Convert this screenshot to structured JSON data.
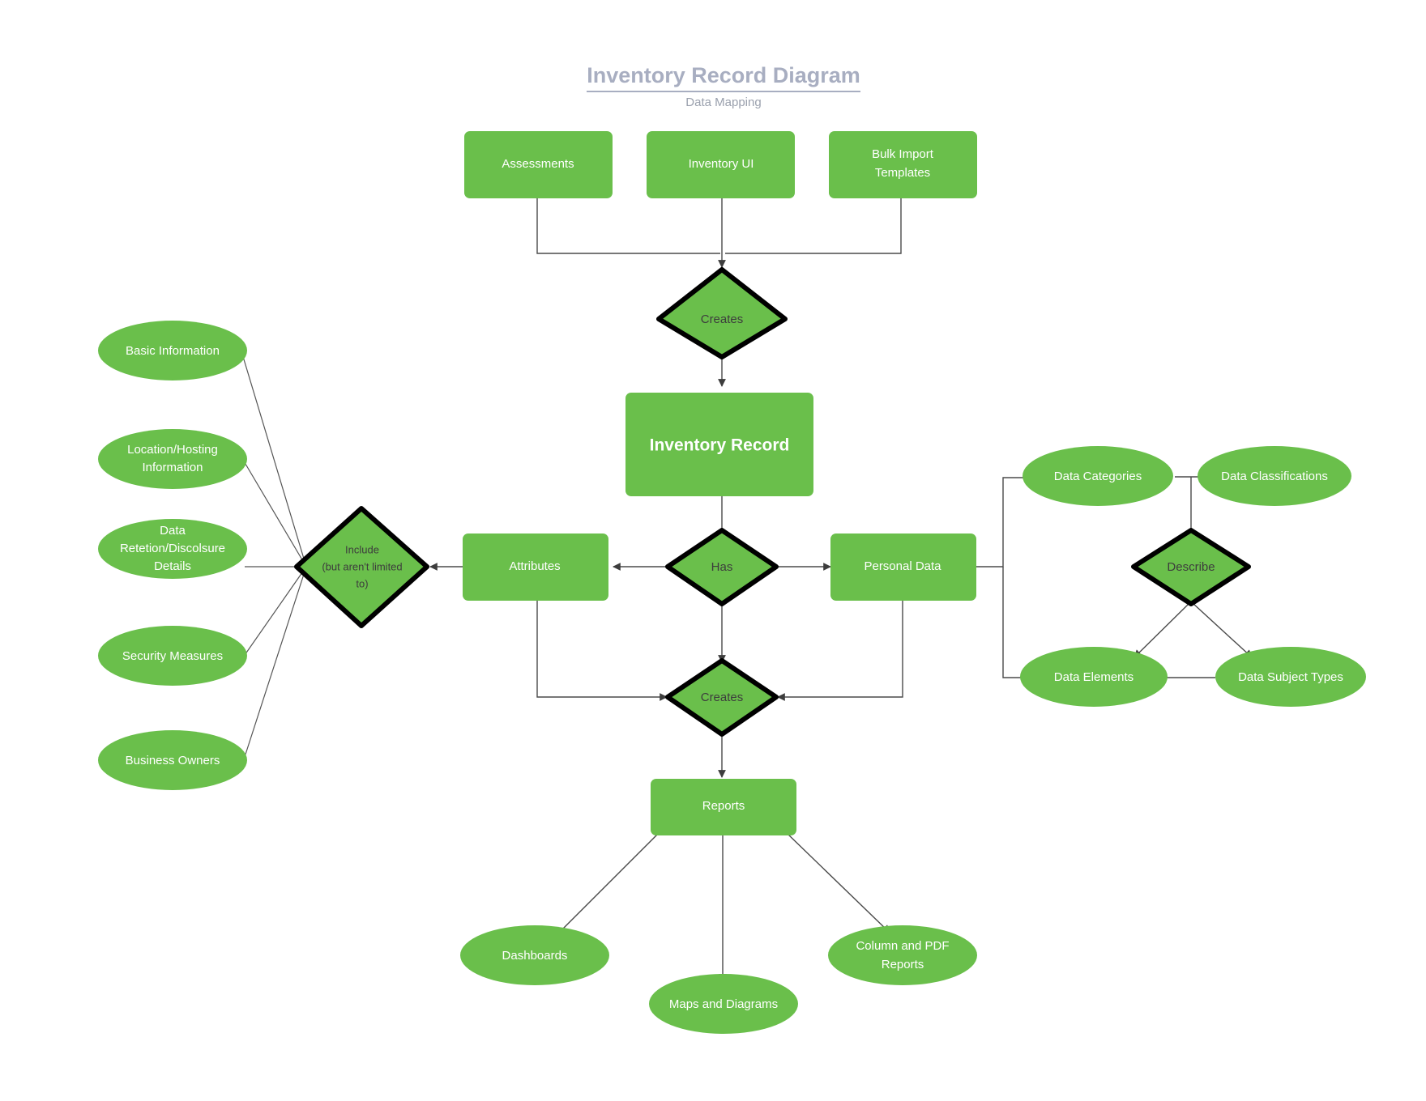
{
  "header": {
    "title": "Inventory Record Diagram",
    "subtitle": "Data Mapping"
  },
  "colors": {
    "node_fill": "#6abf4b",
    "node_text": "#ffffff",
    "diamond_border": "#000000",
    "diamond_text": "#3d3d3d",
    "title": "#a8aec1",
    "edge": "#4a4a4a",
    "background": "#ffffff"
  },
  "nodes": {
    "sources": [
      {
        "id": "assessments",
        "label": "Assessments",
        "shape": "rect"
      },
      {
        "id": "inventory-ui",
        "label": "Inventory UI",
        "shape": "rect"
      },
      {
        "id": "bulk-import-templates",
        "label": "Bulk Import\nTemplates",
        "shape": "rect",
        "line1": "Bulk Import",
        "line2": "Templates"
      }
    ],
    "creates_top": {
      "id": "creates-top",
      "label": "Creates",
      "shape": "diamond"
    },
    "inventory_record": {
      "id": "inventory-record",
      "label": "Inventory Record",
      "shape": "rect",
      "emphasis": "bold"
    },
    "has": {
      "id": "has",
      "label": "Has",
      "shape": "diamond"
    },
    "attributes": {
      "id": "attributes",
      "label": "Attributes",
      "shape": "rect"
    },
    "personal_data": {
      "id": "personal-data",
      "label": "Personal Data",
      "shape": "rect"
    },
    "include": {
      "id": "include",
      "shape": "diamond",
      "line1": "Include",
      "line2": "(but aren't limited",
      "line3": "to)",
      "label": "Include (but aren't limited to)"
    },
    "attribute_kinds": [
      {
        "id": "basic-information",
        "label": "Basic Information",
        "shape": "ellipse",
        "line1": "Basic Information",
        "line2": ""
      },
      {
        "id": "location-hosting-information",
        "label": "Location/Hosting Information",
        "shape": "ellipse",
        "line1": "Location/Hosting",
        "line2": "Information"
      },
      {
        "id": "data-retetion-discolsure-details",
        "label": "Data Retetion/Discolsure Details",
        "shape": "ellipse",
        "line1": "Data",
        "line2": "Retetion/Discolsure",
        "line3": "Details"
      },
      {
        "id": "security-measures",
        "label": "Security Measures",
        "shape": "ellipse",
        "line1": "Security Measures",
        "line2": ""
      },
      {
        "id": "business-owners",
        "label": "Business Owners",
        "shape": "ellipse",
        "line1": "Business Owners",
        "line2": ""
      }
    ],
    "describe": {
      "id": "describe",
      "label": "Describe",
      "shape": "diamond"
    },
    "personal_data_kinds": [
      {
        "id": "data-categories",
        "label": "Data Categories",
        "shape": "ellipse"
      },
      {
        "id": "data-classifications",
        "label": "Data Classifications",
        "shape": "ellipse"
      },
      {
        "id": "data-elements",
        "label": "Data Elements",
        "shape": "ellipse"
      },
      {
        "id": "data-subject-types",
        "label": "Data Subject Types",
        "shape": "ellipse"
      }
    ],
    "creates_bottom": {
      "id": "creates-bottom",
      "label": "Creates",
      "shape": "diamond"
    },
    "reports": {
      "id": "reports",
      "label": "Reports",
      "shape": "rect"
    },
    "report_kinds": [
      {
        "id": "dashboards",
        "label": "Dashboards",
        "shape": "ellipse",
        "line1": "Dashboards",
        "line2": ""
      },
      {
        "id": "maps-and-diagrams",
        "label": "Maps and Diagrams",
        "shape": "ellipse",
        "line1": "Maps and Diagrams",
        "line2": ""
      },
      {
        "id": "column-and-pdf-reports",
        "label": "Column and PDF Reports",
        "shape": "ellipse",
        "line1": "Column and PDF",
        "line2": "Reports"
      }
    ]
  }
}
